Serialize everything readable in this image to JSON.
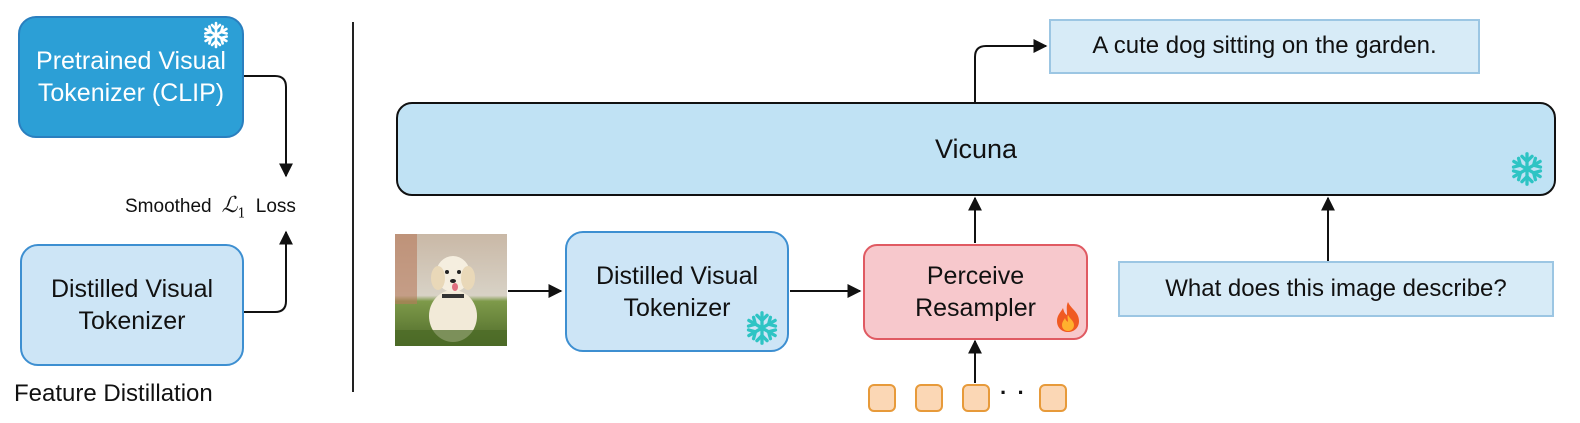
{
  "left_panel": {
    "pretrained_box": {
      "line1": "Pretrained Visual",
      "line2": "Tokenizer (CLIP)"
    },
    "loss_label": {
      "prefix": "Smoothed",
      "symbol": "ℒ",
      "subscript": "1",
      "suffix": "Loss"
    },
    "distilled_box": {
      "line1": "Distilled Visual",
      "line2": "Tokenizer"
    },
    "caption": "Feature Distillation"
  },
  "right_panel": {
    "output_text": "A cute dog sitting on the garden.",
    "llm_label": "Vicuna",
    "distilled_box": {
      "line1": "Distilled Visual",
      "line2": "Tokenizer"
    },
    "resampler_box": {
      "line1": "Perceive",
      "line2": "Resampler"
    },
    "question_text": "What does this image describe?",
    "ellipsis": "· ·"
  },
  "icons": {
    "frozen": "snowflake-icon",
    "trainable": "fire-icon",
    "input_image": "dog-photo"
  },
  "colors": {
    "pretrained_fill": "#2c9fd6",
    "light_blue_fill": "#cde5f6",
    "blue_border": "#3d8fd1",
    "llm_fill": "#c0e2f4",
    "resampler_fill": "#f7c8cc",
    "resampler_border": "#e05a62",
    "token_fill": "#fbd7b5",
    "token_border": "#e79a3a",
    "snowflake": "#2ec4c4",
    "fire": "#f05a22"
  }
}
